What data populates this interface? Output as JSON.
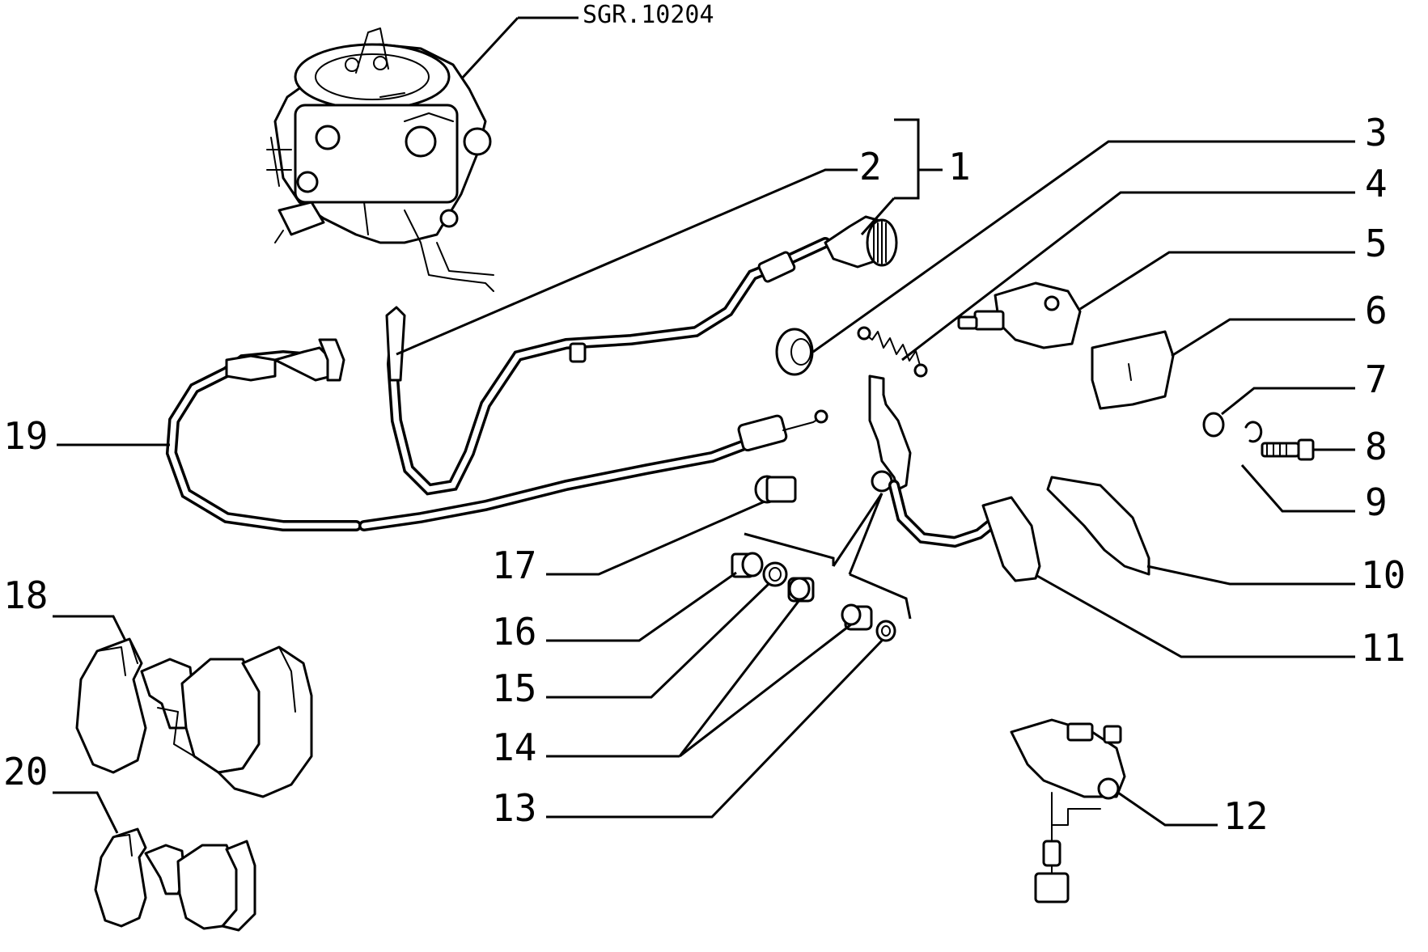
{
  "drawing_ref": "SGR.10204",
  "callouts": {
    "c1": "1",
    "c2": "2",
    "c3": "3",
    "c4": "4",
    "c5": "5",
    "c6": "6",
    "c7": "7",
    "c8": "8",
    "c9": "9",
    "c10": "10",
    "c11": "11",
    "c12": "12",
    "c13": "13",
    "c14": "14",
    "c15": "15",
    "c16": "16",
    "c17": "17",
    "c18": "18",
    "c19": "19",
    "c20": "20"
  }
}
